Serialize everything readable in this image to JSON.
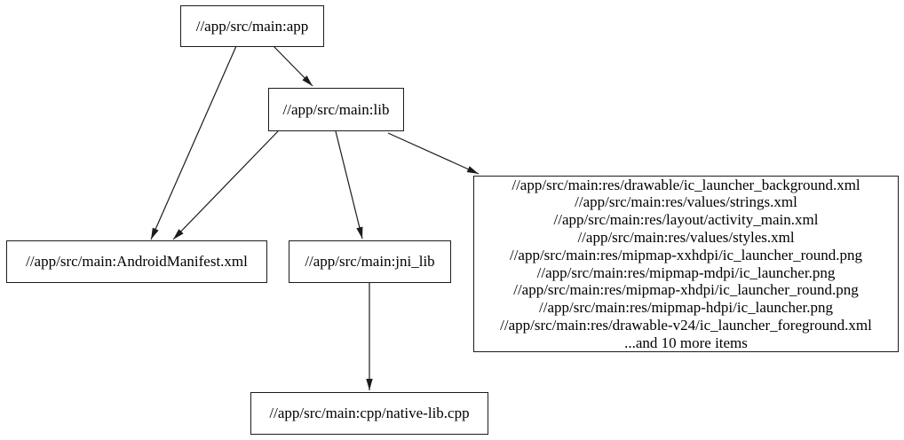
{
  "diagram": {
    "type": "dependency-graph",
    "background_color": "#ffffff",
    "node_fill_color": "#ffffff",
    "node_border_color": "#000000",
    "edge_color": "#000000",
    "text_color": "#000000",
    "nodes": {
      "app": {
        "label": "//app/src/main:app"
      },
      "lib": {
        "label": "//app/src/main:lib"
      },
      "manifest": {
        "label": "//app/src/main:AndroidManifest.xml"
      },
      "jni_lib": {
        "label": "//app/src/main:jni_lib"
      },
      "res_group": {
        "lines": [
          "//app/src/main:res/drawable/ic_launcher_background.xml",
          "//app/src/main:res/values/strings.xml",
          "//app/src/main:res/layout/activity_main.xml",
          "//app/src/main:res/values/styles.xml",
          "//app/src/main:res/mipmap-xxhdpi/ic_launcher_round.png",
          "//app/src/main:res/mipmap-mdpi/ic_launcher.png",
          "//app/src/main:res/mipmap-xhdpi/ic_launcher_round.png",
          "//app/src/main:res/mipmap-hdpi/ic_launcher.png",
          "//app/src/main:res/drawable-v24/ic_launcher_foreground.xml",
          "...and 10 more items"
        ]
      },
      "native_lib": {
        "label": "//app/src/main:cpp/native-lib.cpp"
      }
    },
    "edges": [
      {
        "from": "app",
        "to": "lib"
      },
      {
        "from": "app",
        "to": "manifest"
      },
      {
        "from": "lib",
        "to": "manifest"
      },
      {
        "from": "lib",
        "to": "jni_lib"
      },
      {
        "from": "lib",
        "to": "res_group"
      },
      {
        "from": "jni_lib",
        "to": "native_lib"
      }
    ]
  }
}
